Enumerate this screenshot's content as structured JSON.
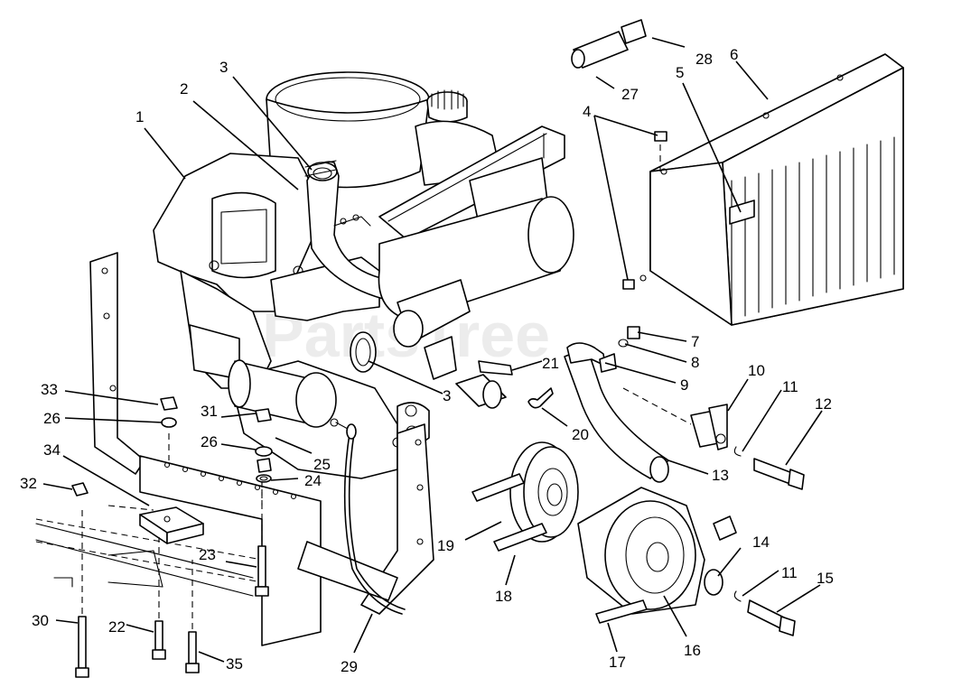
{
  "watermark": "PartsTree",
  "callouts": [
    "1",
    "2",
    "3",
    "3",
    "4",
    "5",
    "6",
    "7",
    "8",
    "9",
    "10",
    "11",
    "11",
    "12",
    "13",
    "14",
    "15",
    "16",
    "17",
    "18",
    "19",
    "20",
    "21",
    "22",
    "23",
    "24",
    "25",
    "26",
    "26",
    "27",
    "28",
    "29",
    "30",
    "31",
    "32",
    "33",
    "34",
    "35"
  ]
}
